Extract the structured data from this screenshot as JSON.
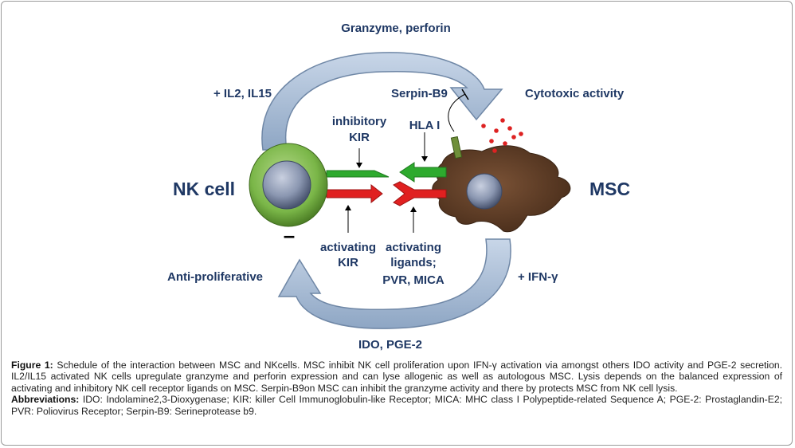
{
  "colors": {
    "label": "#1f3864",
    "nk_green": "#7ab648",
    "nucleus": "#8a96b0",
    "msc_body": "#5b3a24",
    "cycle_arrow": "#a9bdd6",
    "activating": "#e02020",
    "inhibitory": "#2eaa2e",
    "granule": "#dd2222"
  },
  "diagram": {
    "nk_label": "NK cell",
    "msc_label": "MSC",
    "top_arrow_label": "Granzyme, perforin",
    "il_label": "+ IL2, IL15",
    "serpin_label": "Serpin-B9",
    "cytotoxic_label": "Cytotoxic activity",
    "inhibitory_kir_line1": "inhibitory",
    "inhibitory_kir_line2": "KIR",
    "hla_label": "HLA I",
    "minus_sign": "–",
    "activating_kir_line1": "activating",
    "activating_kir_line2": "KIR",
    "ligands_line1": "activating",
    "ligands_line2": "ligands;",
    "ligands_line3": "PVR, MICA",
    "antiprolif_label": "Anti-proliferative",
    "ifn_label": "+ IFN-γ",
    "bottom_arrow_label": "IDO, PGE-2"
  },
  "caption": {
    "figure_label": "Figure 1:",
    "figure_text": "Schedule of the interaction between MSC and NKcells. MSC inhibit NK cell proliferation upon IFN-γ activation via amongst others IDO activity and PGE-2 secretion. IL2/IL15 activated NK cells upregulate granzyme and perforin expression and can lyse allogenic as well as autologous MSC. Lysis depends on the balanced expression of activating and inhibitory NK cell receptor ligands on MSC. Serpin-B9on MSC can inhibit the granzyme activity and there by protects MSC from NK cell lysis.",
    "abbrev_label": "Abbreviations:",
    "abbrev_text": "IDO: Indolamine2,3-Dioxygenase; KIR: killer Cell Immunoglobulin-like Receptor; MICA: MHC class I Polypeptide-related Sequence A; PGE-2: Prostaglandin-E2; PVR: Poliovirus Receptor; Serpin-B9: Serineprotease b9."
  }
}
